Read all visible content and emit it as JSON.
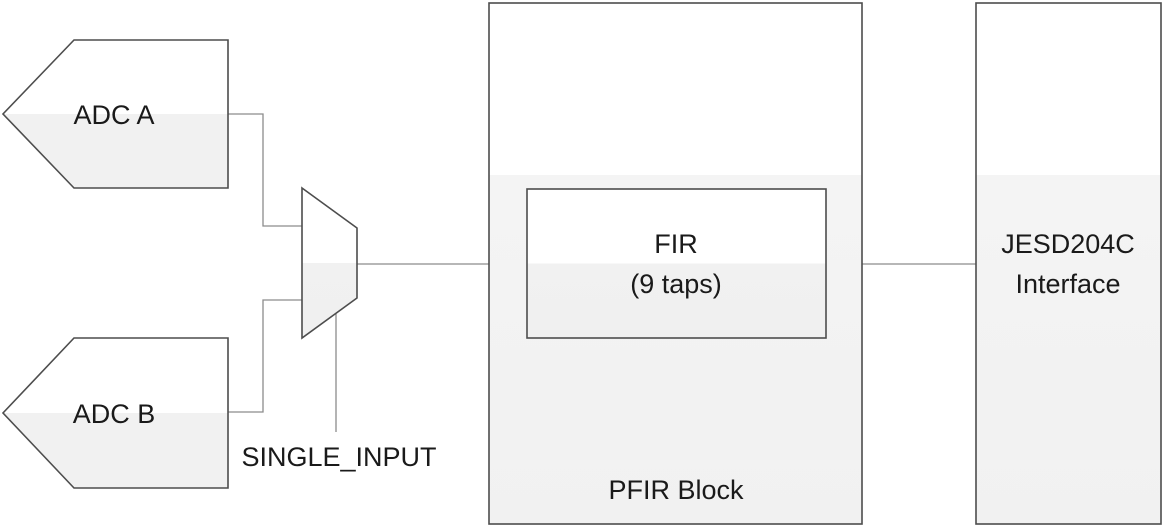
{
  "diagram": {
    "adc_a": {
      "label": "ADC A"
    },
    "adc_b": {
      "label": "ADC B"
    },
    "mux": {
      "control_label": "SINGLE_INPUT"
    },
    "pfir_block": {
      "label": "PFIR Block"
    },
    "fir": {
      "line1": "FIR",
      "line2": "(9 taps)"
    },
    "jesd": {
      "line1": "JESD204C",
      "line2": "Interface"
    }
  }
}
